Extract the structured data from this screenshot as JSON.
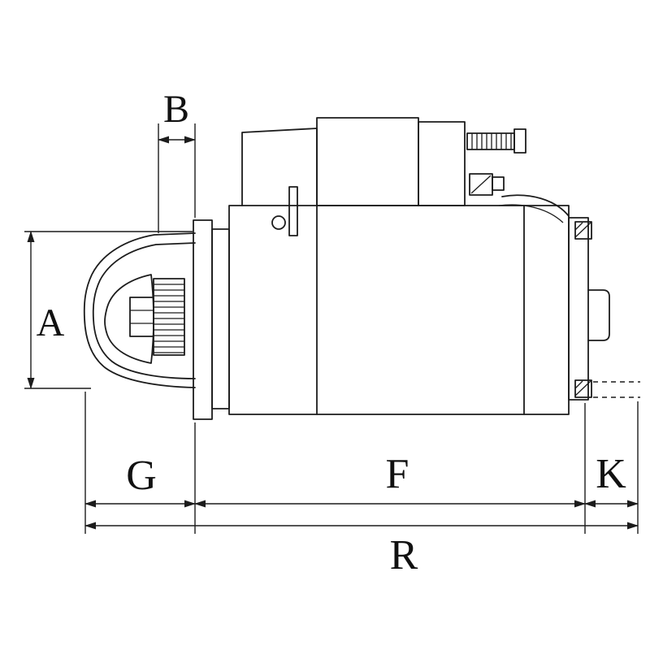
{
  "page": {
    "background": "#ffffff"
  },
  "diagram": {
    "name": "starter-motor-dimension-drawing",
    "subject": "starter motor side view with dimension callouts",
    "line_color": "#1c1c1c",
    "labels": {
      "a": "A",
      "b": "B",
      "g": "G",
      "f": "F",
      "k": "K",
      "r": "R"
    }
  }
}
